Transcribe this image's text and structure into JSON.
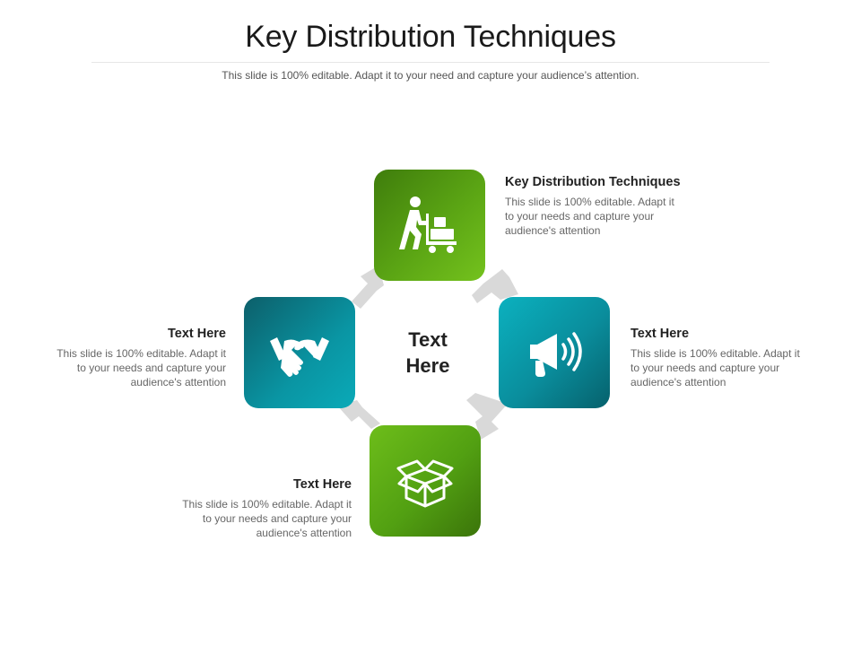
{
  "header": {
    "title": "Key Distribution Techniques",
    "subtitle": "This slide is 100% editable. Adapt it to your need and capture your audience’s attention."
  },
  "center": {
    "line1": "Text",
    "line2": "Here"
  },
  "blocks": {
    "top": {
      "heading": "Key Distribution Techniques",
      "line1": "This slide is 100% editable. Adapt it",
      "line2": "to your needs and capture your",
      "line3": "audience's attention"
    },
    "right": {
      "heading": "Text Here",
      "line1": "This slide is 100% editable. Adapt it",
      "line2": "to your needs and capture your",
      "line3": "audience's attention"
    },
    "left": {
      "heading": "Text Here",
      "line1": "This slide is 100% editable. Adapt it",
      "line2": "to your needs and capture your",
      "line3": "audience's attention"
    },
    "bottom": {
      "heading": "Text Here",
      "line1": "This slide is 100% editable. Adapt it",
      "line2": "to your needs and capture your",
      "line3": "audience's attention"
    }
  },
  "icons": {
    "top": "delivery-cart-icon",
    "right": "megaphone-icon",
    "left": "handshake-icon",
    "bottom": "open-box-icon"
  },
  "colors": {
    "green_dark": "#3f7d0c",
    "green_light": "#74c21d",
    "teal_dark": "#06616c",
    "teal_light": "#0bb1bf",
    "arrow_gray": "#d9d9d9"
  }
}
